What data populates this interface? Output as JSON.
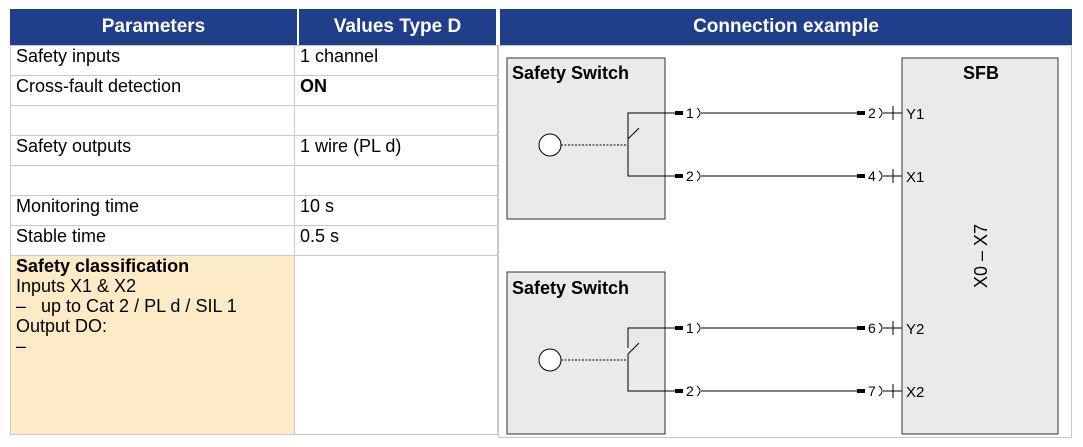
{
  "headers": {
    "parameters": "Parameters",
    "values": "Values Type D",
    "connection": "Connection example"
  },
  "rows": [
    {
      "param": "Safety inputs",
      "value": "1 channel"
    },
    {
      "param": "Cross-fault detection",
      "value": "ON"
    },
    {
      "param": "",
      "value": ""
    },
    {
      "param": "Safety outputs",
      "value": "1 wire (PL d)"
    },
    {
      "param": "",
      "value": ""
    },
    {
      "param": "Monitoring time",
      "value": "10 s"
    },
    {
      "param": "Stable time",
      "value": "0.5 s"
    }
  ],
  "classification": {
    "title": "Safety classification",
    "inputs": "Inputs X1 & X2",
    "inputs_detail": "–   up to Cat 2 / PL d / SIL 1",
    "output": "Output DO:",
    "output_detail": "–"
  },
  "diagram": {
    "switch1_label": "Safety Switch",
    "switch2_label": "Safety Switch",
    "sfb_label": "SFB",
    "range_label": "X0 – X7",
    "s1_pin_a": "1",
    "s1_pin_b": "2",
    "s2_pin_a": "1",
    "s2_pin_b": "2",
    "sfb_pin_y1_num": "2",
    "sfb_pin_y1": "Y1",
    "sfb_pin_x1_num": "4",
    "sfb_pin_x1": "X1",
    "sfb_pin_y2_num": "6",
    "sfb_pin_y2": "Y2",
    "sfb_pin_x2_num": "7",
    "sfb_pin_x2": "X2"
  }
}
